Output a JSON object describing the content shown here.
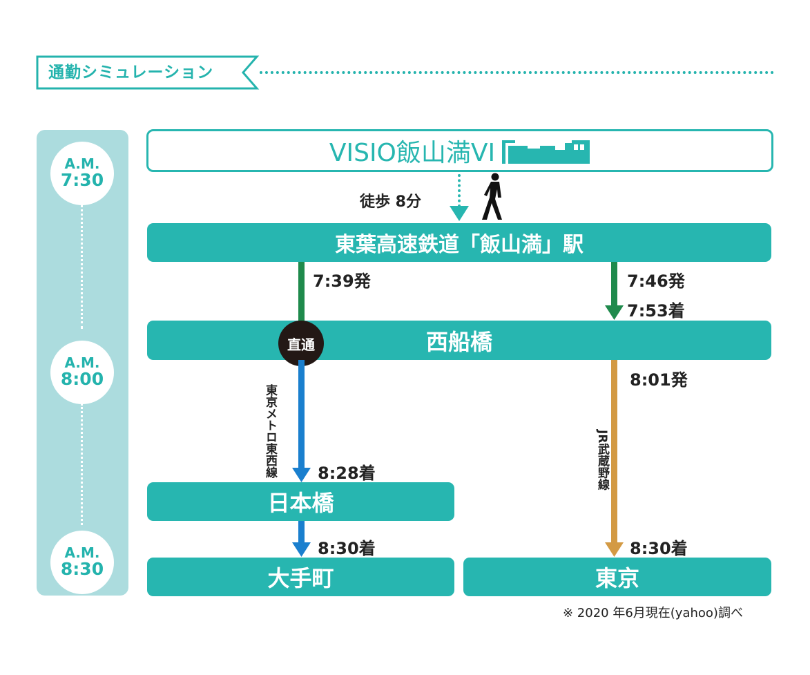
{
  "header": {
    "title": "通勤シミュレーション"
  },
  "timeline": [
    {
      "ampm": "A.M.",
      "time": "7:30"
    },
    {
      "ampm": "A.M.",
      "time": "8:00"
    },
    {
      "ampm": "A.M.",
      "time": "8:30"
    }
  ],
  "origin": {
    "name": "VISIO飯山満VI"
  },
  "walk": {
    "label": "徒歩 8分"
  },
  "stations": {
    "iiyama": "東葉高速鉄道「飯山満」駅",
    "nishifunabashi": "西船橋",
    "nihonbashi": "日本橋",
    "otemachi": "大手町",
    "tokyo": "東京"
  },
  "left_route": {
    "depart": "7:39発",
    "through": "直通",
    "line_name": "東京メトロ東西線",
    "arrive_nihonbashi": "8:28着",
    "arrive_otemachi": "8:30着"
  },
  "right_route": {
    "depart": "7:46発",
    "arrive_nishifunabashi": "7:53着",
    "depart_nishifunabashi": "8:01発",
    "line_name": "JR武蔵野線",
    "arrive_tokyo": "8:30着"
  },
  "footnote": "※ 2020 年6月現在(yahoo)調べ",
  "colors": {
    "teal": "#27b6b0",
    "timeline_bg": "#acdcde",
    "toyo_line": "#1f8a4c",
    "tozai_line": "#1a7fce",
    "musashino_line": "#d39a44"
  }
}
